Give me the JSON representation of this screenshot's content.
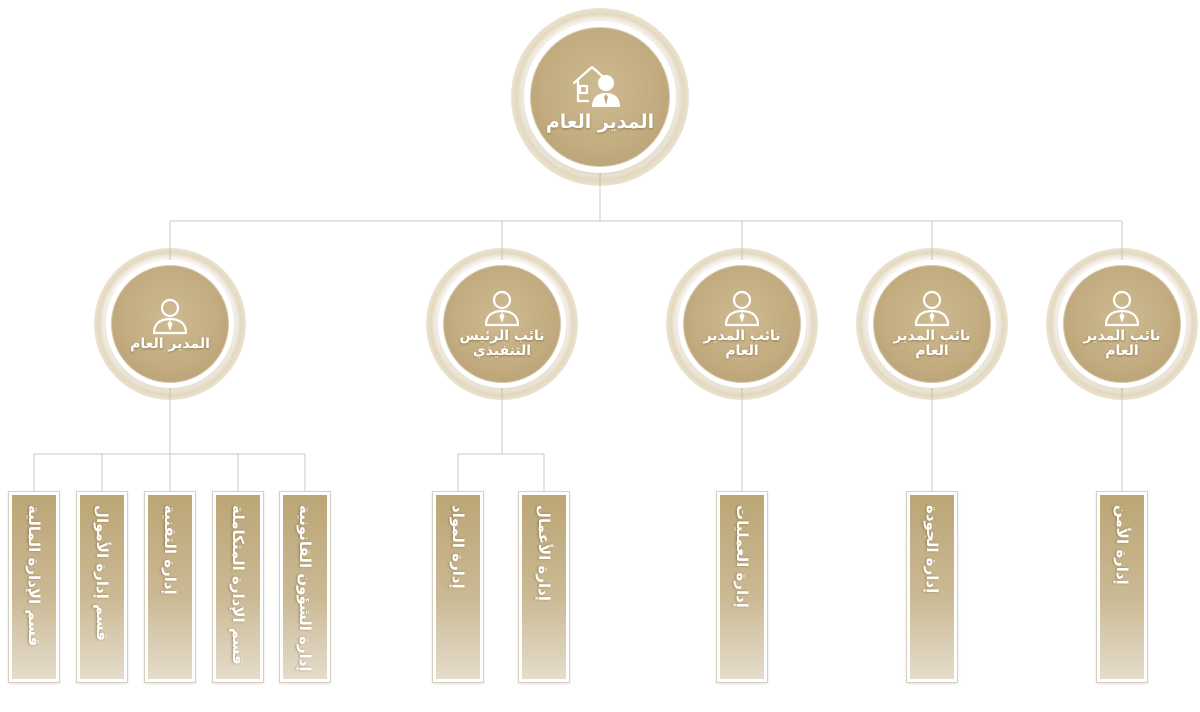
{
  "root": {
    "label": "المدير العام",
    "icon": "manager-with-house-icon"
  },
  "level2": [
    {
      "label": "المدير العام",
      "icon": "person-icon"
    },
    {
      "label": "نائب الرئيس التنفيذي",
      "icon": "person-icon"
    },
    {
      "label": "نائب المدير العام",
      "icon": "person-icon"
    },
    {
      "label": "نائب المدير العام",
      "icon": "person-icon"
    },
    {
      "label": "نائب المدير العام",
      "icon": "person-icon"
    }
  ],
  "departments": {
    "general_manager": [
      "قسم الإدارة المالية",
      "قسم إدارة الأموال",
      "إدارة التقنية",
      "قسم الإدارة المتكاملة",
      "إدارة الشؤون القانونية"
    ],
    "executive_vp": [
      "إدارة المواد",
      "إدارة الأعمال"
    ],
    "deputy_gm_operations": [
      "إدارة العمليات"
    ],
    "deputy_gm_quality": [
      "إدارة الجودة"
    ],
    "deputy_gm_security": [
      "إدارة الأمن"
    ]
  },
  "colors": {
    "gold": "#c2ac80",
    "connector": "#c9c9c9",
    "text": "#ffffff"
  }
}
